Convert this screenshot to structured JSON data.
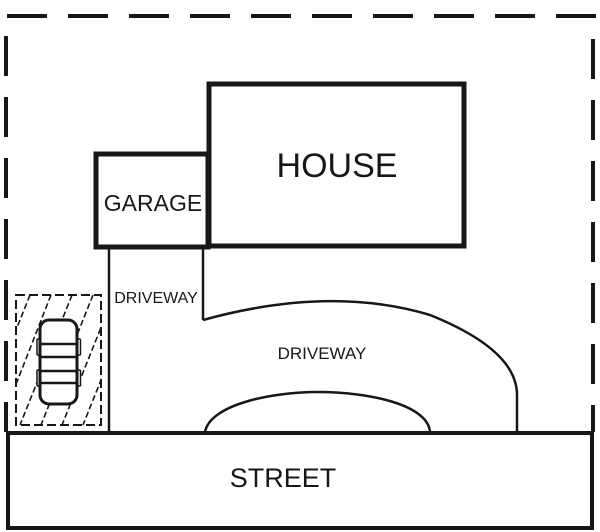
{
  "diagram": {
    "type": "site-plan",
    "labels": {
      "house": "HOUSE",
      "garage": "GARAGE",
      "driveway_side": "DRIVEWAY",
      "driveway_main": "DRIVEWAY",
      "street": "STREET"
    },
    "elements": [
      {
        "name": "property-boundary",
        "style": "dashed"
      },
      {
        "name": "house",
        "label": "HOUSE"
      },
      {
        "name": "garage",
        "label": "GARAGE"
      },
      {
        "name": "side-driveway",
        "label": "DRIVEWAY"
      },
      {
        "name": "curved-driveway",
        "label": "DRIVEWAY"
      },
      {
        "name": "parking-pad",
        "style": "hatched",
        "contains": "car"
      },
      {
        "name": "street",
        "label": "STREET"
      }
    ],
    "colors": {
      "stroke": "#1a1616",
      "background": "#ffffff"
    }
  }
}
